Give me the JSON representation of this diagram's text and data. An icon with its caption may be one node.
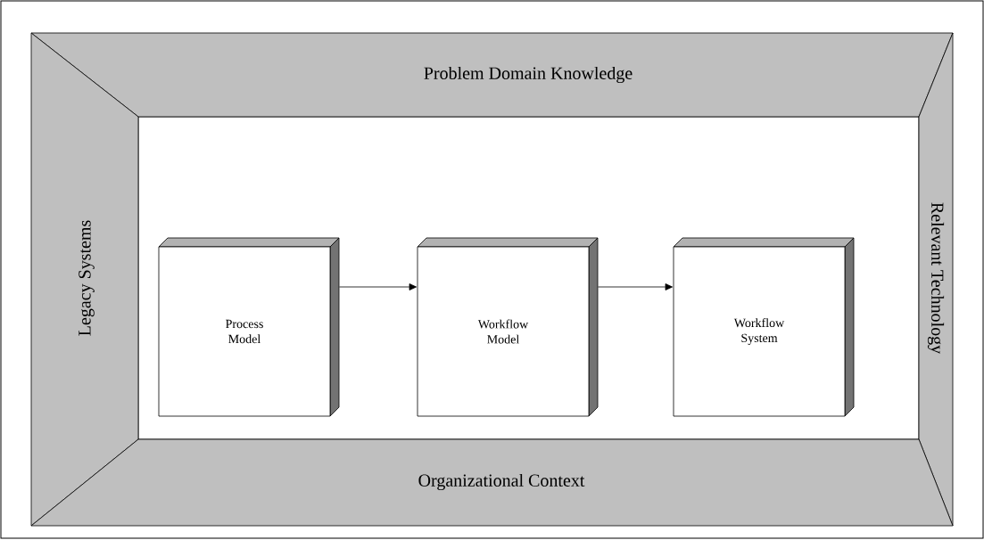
{
  "diagram": {
    "nodes": [
      {
        "text": [
          "Problem Domain Knowledge"
        ]
      },
      {
        "text": [
          "Legacy Systems"
        ]
      },
      {
        "text": [
          "Relevant Technology"
        ]
      },
      {
        "text": [
          "Organizational Context"
        ]
      },
      {
        "text": [
          "Process Model"
        ]
      },
      {
        "text": [
          "Workflow Model"
        ]
      },
      {
        "text": [
          "Workflow System"
        ]
      }
    ],
    "edges": [
      {
        "from": 4,
        "to": 5,
        "arrow": "to"
      },
      {
        "from": 5,
        "to": 6,
        "arrow": "to"
      }
    ]
  }
}
